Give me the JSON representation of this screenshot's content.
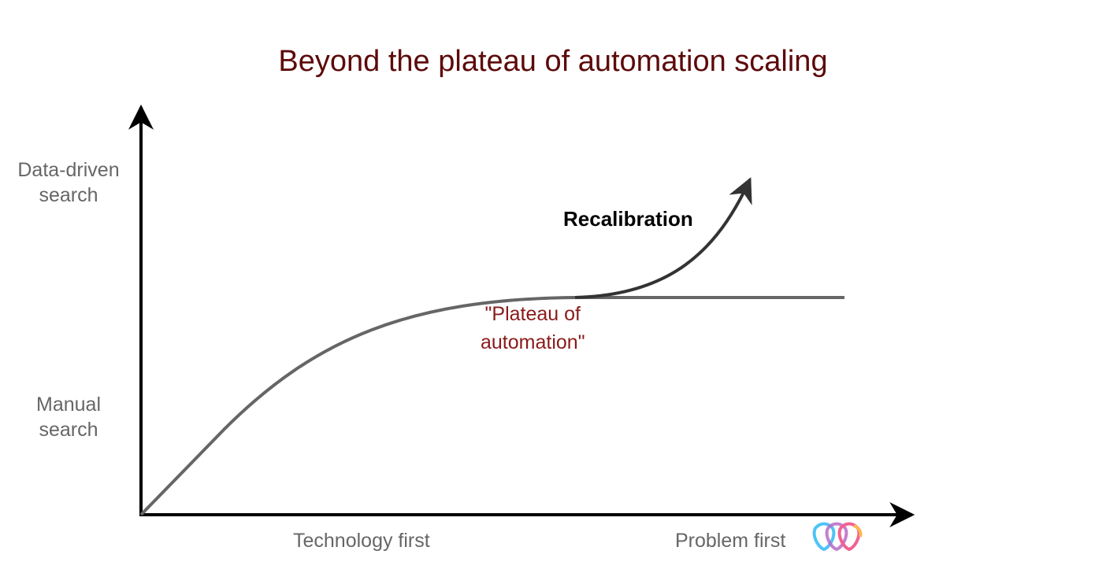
{
  "title": "Beyond the plateau of automation scaling",
  "y_axis": {
    "top_label": [
      "Data-driven",
      "search"
    ],
    "bottom_label": [
      "Manual",
      "search"
    ]
  },
  "x_axis": {
    "left_label": "Technology first",
    "right_label": "Problem first"
  },
  "annotations": {
    "plateau": [
      "\"Plateau of",
      "automation\""
    ],
    "recalibration": "Recalibration"
  },
  "logo": {
    "icon": "three-loop-logo-icon",
    "colors": [
      "#4fc3f7",
      "#f06292",
      "#ffb74d"
    ]
  },
  "colors": {
    "title": "#5c0a0a",
    "axis": "#000000",
    "curve": "#666666",
    "recalibration_arrow": "#333333",
    "plateau_text": "#8b1a1a",
    "label_text": "#666666"
  }
}
